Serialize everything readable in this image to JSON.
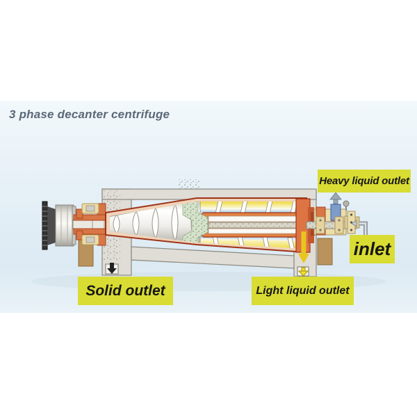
{
  "title": "3 phase decanter centrifuge",
  "labels": {
    "heavy_liquid_outlet": "Heavy liquid outlet",
    "inlet": "inlet",
    "solid_outlet": "Solid outlet",
    "light_liquid_outlet": "Light liquid outlet"
  },
  "icons": {
    "solid_outlet_arrow": "down-arrow",
    "light_liquid_flow_arrow": "down-arrow",
    "light_liquid_outlet_arrow": "down-arrow",
    "heavy_liquid_outlet_arrow": "up-arrow",
    "inlet_flow_arrow": "left-arrow"
  },
  "colors": {
    "background_panel": "#e4eff6",
    "label_background": "#d9dc33",
    "label_text": "#161616",
    "title_text": "#5b6878",
    "case_gray": "#dfddd6",
    "bowl_outline_red": "#9e3318",
    "machine_orange": "#d97646",
    "hub_orange": "#e08245",
    "solids_yellow": "#eed82e",
    "heavy_liquid_blue": "#9cc2dc",
    "bearing_tan": "#ecdca8",
    "support_brown": "#b9925c",
    "heavy_port_blue": "#7d9cc9",
    "feed_green": "#d5e2cb",
    "light_liquid_arrow_yellow": "#e9c51f"
  }
}
